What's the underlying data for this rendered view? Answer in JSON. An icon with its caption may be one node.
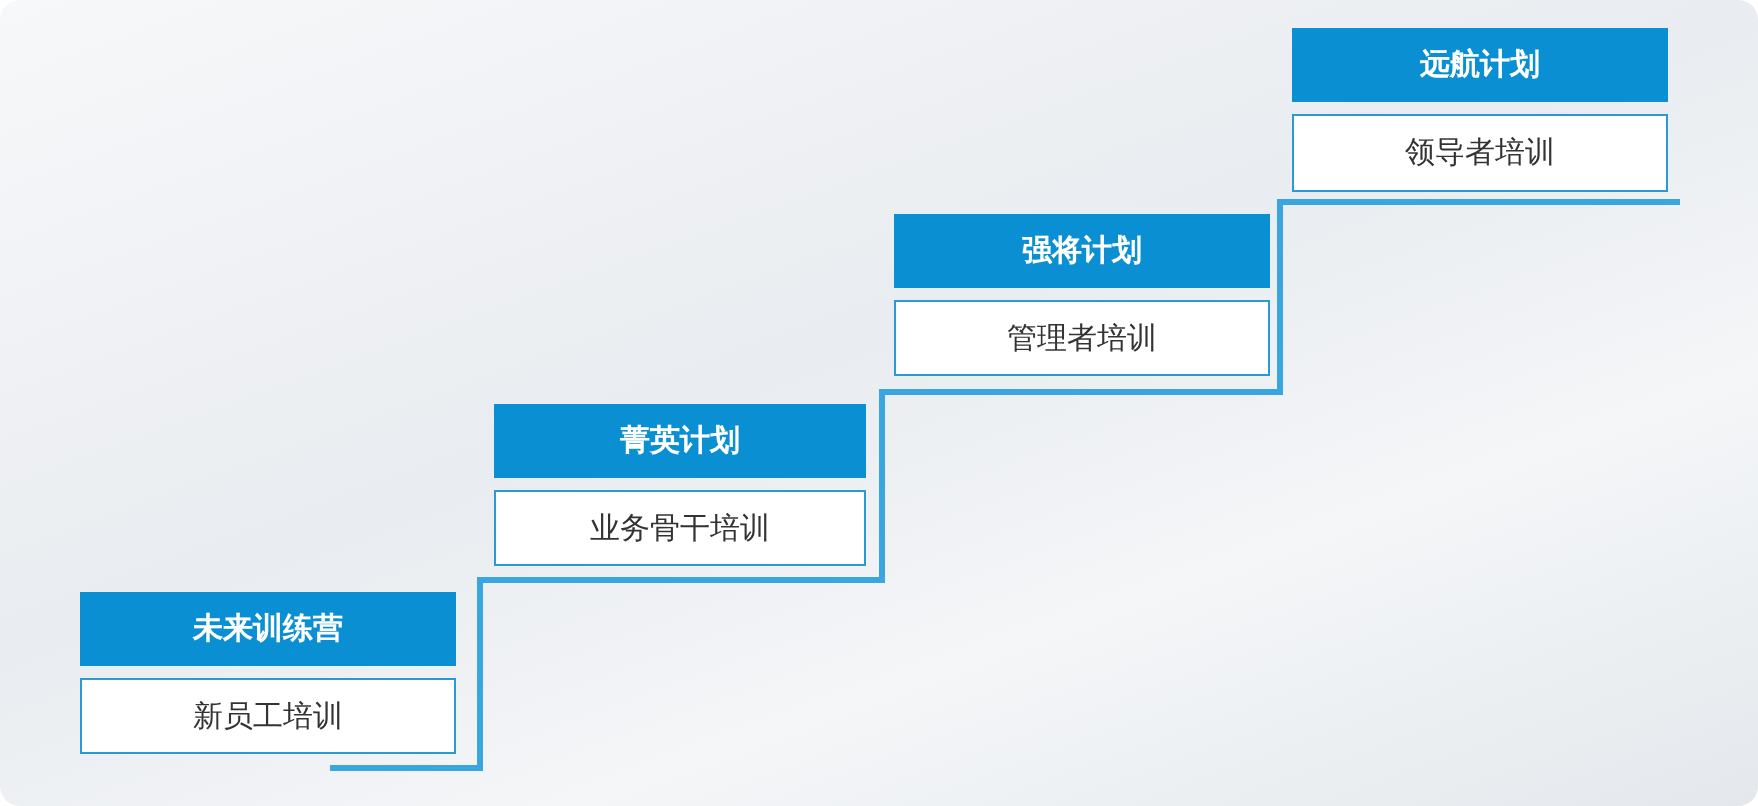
{
  "diagram": {
    "nodes": [
      {
        "text": [
          "未来训练营"
        ]
      },
      {
        "text": [
          "新员工培训"
        ]
      },
      {
        "text": [
          "菁英计划"
        ]
      },
      {
        "text": [
          "业务骨干培训"
        ]
      },
      {
        "text": [
          "强将计划"
        ]
      },
      {
        "text": [
          "管理者培训"
        ]
      },
      {
        "text": [
          "远航计划"
        ]
      },
      {
        "text": [
          "领导者培训"
        ]
      }
    ]
  }
}
